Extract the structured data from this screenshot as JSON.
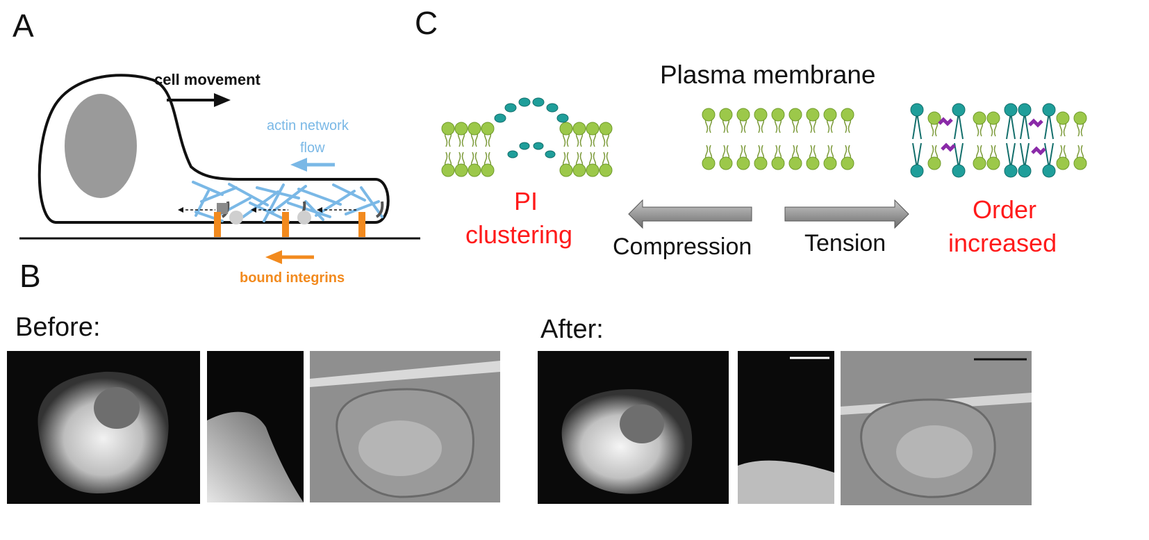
{
  "panels": {
    "a": {
      "letter": "A",
      "cell_movement": "cell movement",
      "actin_flow_line1": "actin network",
      "actin_flow_line2": "flow",
      "bound_integrins": "bound integrins",
      "colors": {
        "actin": "#7ab8e6",
        "integrin": "#f28a1e",
        "nucleus": "#9a9a9a"
      }
    },
    "b": {
      "letter": "B",
      "before_label": "Before:",
      "after_label": "After:"
    },
    "c": {
      "letter": "C",
      "title": "Plasma membrane",
      "left_label_line1": "PI",
      "left_label_line2": "clustering",
      "right_label_line1": "Order",
      "right_label_line2": "increased",
      "compression": "Compression",
      "tension": "Tension",
      "colors": {
        "red_text": "#ff1a1a",
        "lipid_head": "#9cc84a",
        "pi_head": "#1f9e9a",
        "cholesterol": "#8a2aa8",
        "arrow_gray": "#8c8c8c"
      }
    }
  }
}
